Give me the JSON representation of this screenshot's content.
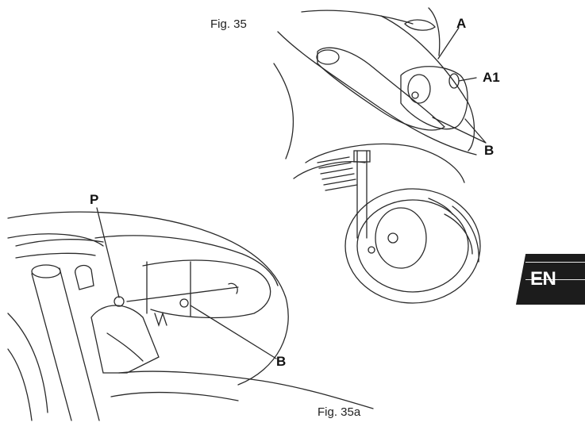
{
  "figures": {
    "top": {
      "caption": "Fig. 35",
      "callouts": [
        "A",
        "A1",
        "B"
      ]
    },
    "bottom": {
      "caption": "Fig. 35a",
      "callouts": [
        "P",
        "B"
      ]
    }
  },
  "language_tab": {
    "label": "EN"
  },
  "colors": {
    "ink": "#1a1a1a",
    "tab": "#1c1c1c",
    "paper": "#ffffff"
  }
}
